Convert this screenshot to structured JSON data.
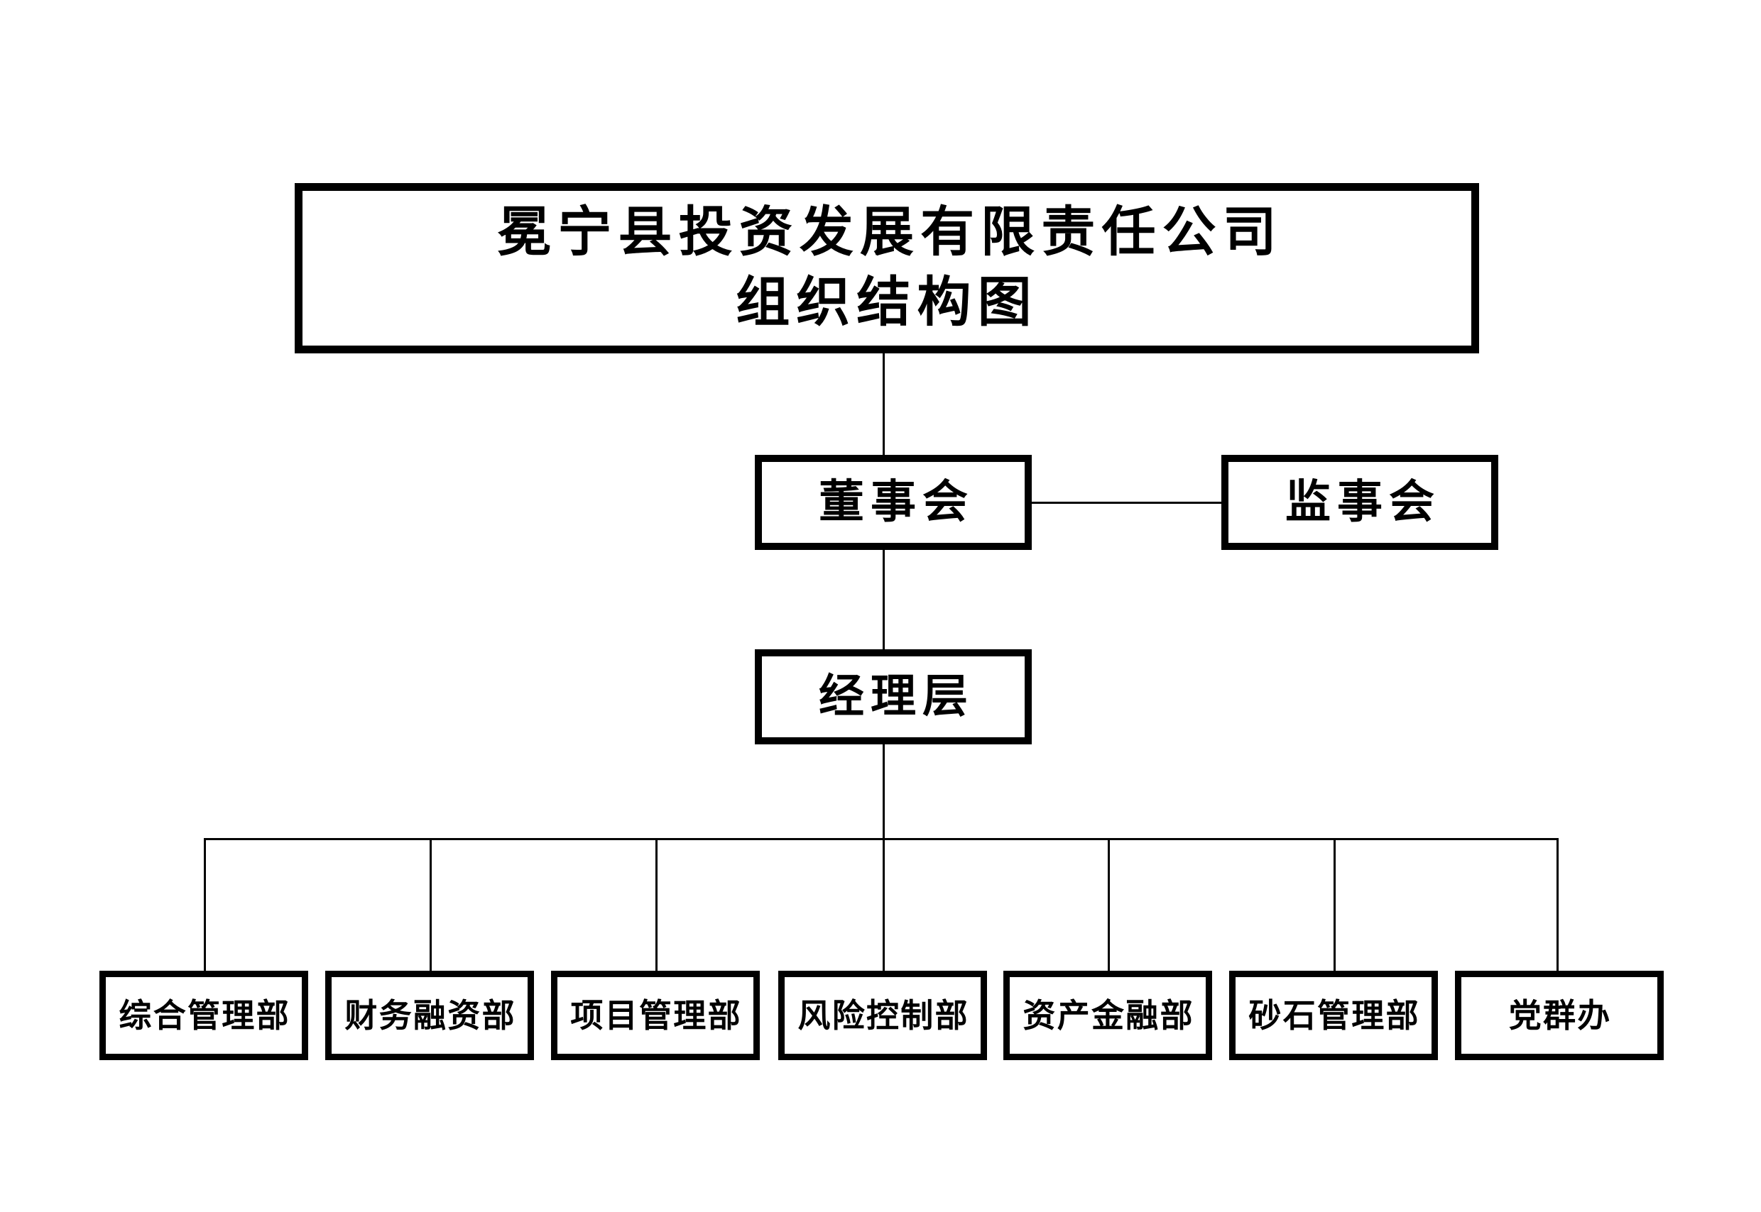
{
  "chart_data": {
    "type": "diagram",
    "diagram_type": "organization-chart",
    "title": "冕宁县投资发展有限责任公司\n组织结构图",
    "orientation": "top-down",
    "colors": {
      "background": "#ffffff",
      "box_border": "#000000",
      "box_fill": "#ffffff",
      "text": "#000000",
      "connector": "#000000"
    },
    "levels": [
      {
        "level": 1,
        "nodes": [
          "冕宁县投资发展有限责任公司 组织结构图"
        ]
      },
      {
        "level": 2,
        "nodes": [
          "董事会",
          "监事会"
        ]
      },
      {
        "level": 3,
        "nodes": [
          "经理层"
        ]
      },
      {
        "level": 4,
        "nodes": [
          "综合管理部",
          "财务融资部",
          "项目管理部",
          "风险控制部",
          "资产金融部",
          "砂石管理部",
          "党群办"
        ]
      }
    ],
    "edges": [
      {
        "from": "冕宁县投资发展有限责任公司 组织结构图",
        "to": "董事会",
        "style": "solid"
      },
      {
        "from": "董事会",
        "to": "监事会",
        "style": "solid-horizontal"
      },
      {
        "from": "董事会",
        "to": "经理层",
        "style": "solid"
      },
      {
        "from": "经理层",
        "to": "综合管理部",
        "style": "solid-bus"
      },
      {
        "from": "经理层",
        "to": "财务融资部",
        "style": "solid-bus"
      },
      {
        "from": "经理层",
        "to": "项目管理部",
        "style": "solid-bus"
      },
      {
        "from": "经理层",
        "to": "风险控制部",
        "style": "solid-bus"
      },
      {
        "from": "经理层",
        "to": "资产金融部",
        "style": "solid-bus"
      },
      {
        "from": "经理层",
        "to": "砂石管理部",
        "style": "solid-bus"
      },
      {
        "from": "经理层",
        "to": "党群办",
        "style": "solid-bus"
      }
    ]
  },
  "title_node": {
    "line1": "冕宁县投资发展有限责任公司",
    "line2": "组织结构图",
    "text": "冕宁县投资发展有限责任公司\n组织结构图"
  },
  "level2": {
    "board": {
      "label": "董事会"
    },
    "supervisors": {
      "label": "监事会"
    }
  },
  "level3": {
    "management": {
      "label": "经理层"
    }
  },
  "departments": [
    {
      "label": "综合管理部"
    },
    {
      "label": "财务融资部"
    },
    {
      "label": "项目管理部"
    },
    {
      "label": "风险控制部"
    },
    {
      "label": "资产金融部"
    },
    {
      "label": "砂石管理部"
    },
    {
      "label": "党群办"
    }
  ]
}
